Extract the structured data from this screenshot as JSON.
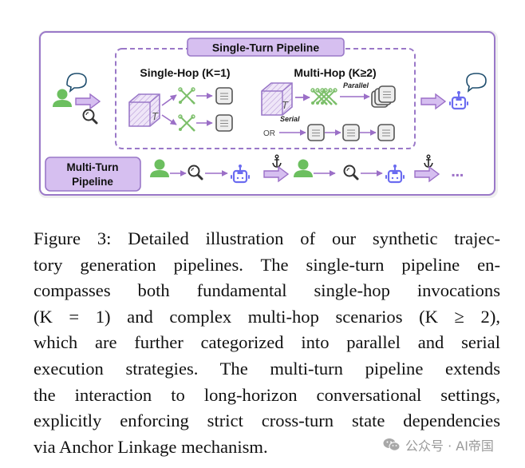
{
  "figure": {
    "single_turn_label": "Single-Turn Pipeline",
    "single_hop_title": "Single-Hop (K=1)",
    "multi_hop_title": "Multi-Hop (K≥2)",
    "parallel_label": "Parallel",
    "serial_label": "Serial",
    "or_label": "OR",
    "tool_cube_label": "T",
    "multi_turn_label_line1": "Multi-Turn",
    "multi_turn_label_line2": "Pipeline",
    "ellipsis": "▪▪▪",
    "colors": {
      "purple_border": "#9a78c8",
      "purple_fill": "#d6bff0",
      "arrow_purple": "#9b6fc7",
      "user_green": "#6cbf5f",
      "tool_green": "#7cbf6a",
      "robot_blue": "#6b6cf0",
      "bubble_blue": "#1f4e6e",
      "doc_gray": "#555555"
    }
  },
  "caption": {
    "lines": [
      "Figure 3: Detailed illustration of our synthetic trajec-",
      "tory generation pipelines. The single-turn pipeline en-",
      "compasses both fundamental single-hop invocations",
      "(K = 1) and complex multi-hop scenarios (K ≥ 2),",
      "which are further categorized into parallel and serial",
      "execution strategies. The multi-turn pipeline extends",
      "the interaction to long-horizon conversational settings,",
      "explicitly enforcing strict cross-turn state dependencies",
      "via Anchor Linkage mechanism."
    ]
  },
  "watermark": {
    "icon": "wechat-icon",
    "text": "公众号 · AI帝国"
  }
}
